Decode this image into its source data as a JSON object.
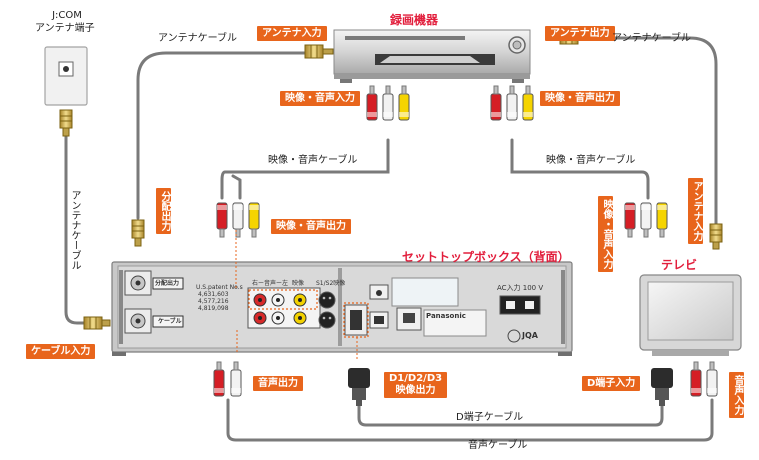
{
  "jcom": {
    "line1": "J:COM",
    "line2": "アンテナ端子"
  },
  "recorder": {
    "title": "録画機器"
  },
  "stb": {
    "title": "セットトップボックス（背面）",
    "tag_split": "分配出力",
    "tag_cable": "ケーブル",
    "brand": "Panasonic",
    "ac_label": "AC入力 100 V",
    "jqa": "JQA",
    "patent": [
      "U.S.patent No.s",
      "4,631,603",
      "4,577,216",
      "4,819,098"
    ],
    "port_labels": {
      "right_left": "右ー音声ー左",
      "video": "映像",
      "s_video": "S1/S2映像"
    }
  },
  "tv": {
    "title": "テレビ"
  },
  "labels": {
    "antenna_in": "アンテナ入力",
    "antenna_out": "アンテナ出力",
    "av_in": "映像・音声入力",
    "av_out": "映像・音声出力",
    "av_out_stb": "映像・音声出力",
    "split_out": "分配出力",
    "cable_in": "ケーブル入力",
    "audio_out": "音声出力",
    "d_out_line1": "D1/D2/D3",
    "d_out_line2": "映像出力",
    "d_in": "D端子入力",
    "audio_in": "音声入力",
    "tv_antenna_in": "アンテナ入力",
    "tv_av_in": "映像・音声入力"
  },
  "cables": {
    "antenna_left": "アンテナケーブル",
    "antenna_right": "アンテナケーブル",
    "antenna_vertical": "アンテナケーブル",
    "av_left": "映像・音声ケーブル",
    "av_right": "映像・音声ケーブル",
    "d_cable": "D端子ケーブル",
    "audio_cable": "音声ケーブル"
  },
  "colors": {
    "label_bg": "#e8651c",
    "title": "#e21e3c",
    "cable": "#7a7a7a",
    "plug_red": "#d51e25",
    "plug_white": "#f2f2f2",
    "plug_yellow": "#f5d400"
  }
}
